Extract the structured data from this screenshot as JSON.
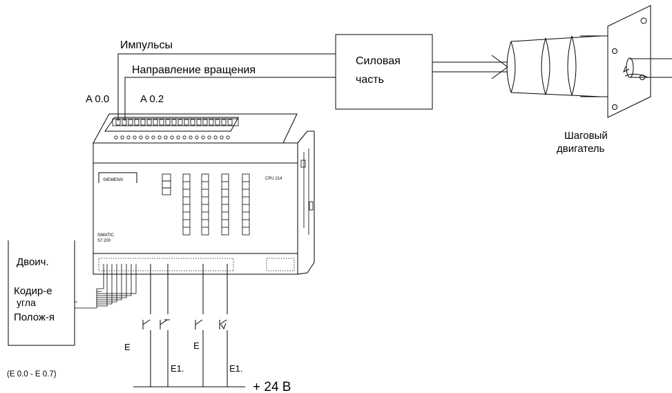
{
  "labels": {
    "pulses": "Импульсы",
    "direction": "Направление вращения",
    "out_a00": "A 0.0",
    "out_a02": "A 0.2",
    "power_line1": "Силовая",
    "power_line2": "часть",
    "motor_line1": "Шаговый",
    "motor_line2": "двигатель",
    "brand": "SIEMENS",
    "cpu": "CPU 214",
    "simatic": "SIMATIC",
    "s7": "S7 200",
    "enc_line1": "Двоич.",
    "enc_line2": "Кодир-е",
    "enc_line3": "угла",
    "enc_line4": "Полож-я",
    "input_range": "(E 0.0 - E 0.7)",
    "in_e_a": "E",
    "in_e1_a": "E1.",
    "in_e_b": "E",
    "in_e1_b": "E1.",
    "supply": "+ 24 B"
  }
}
